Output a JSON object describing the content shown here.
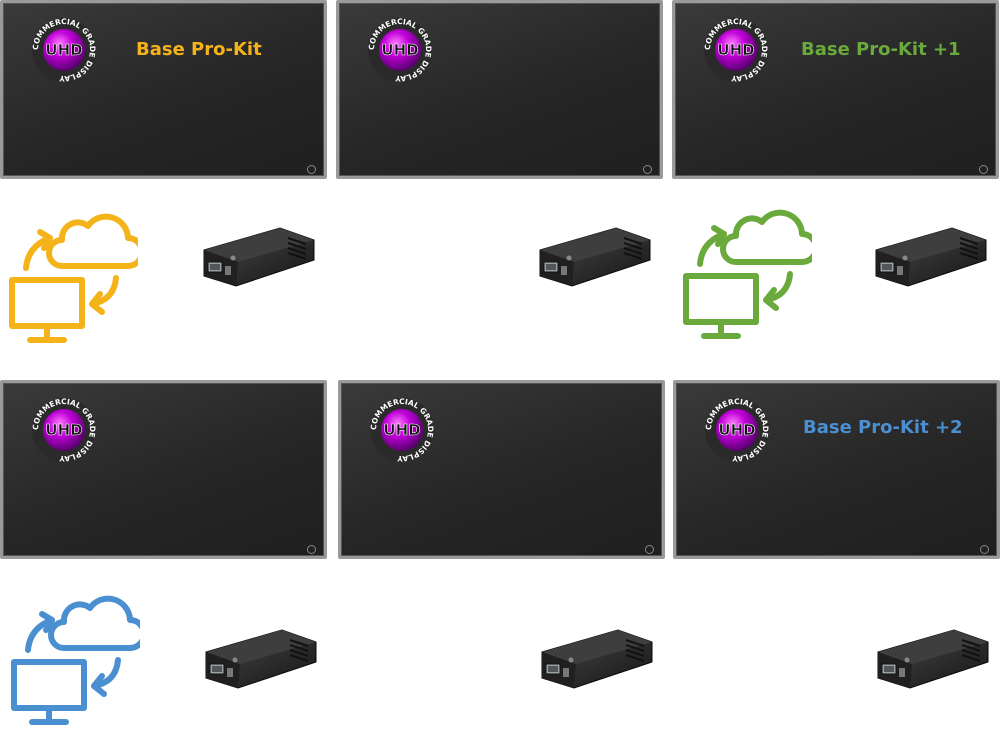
{
  "colors": {
    "orange": "#f5b31a",
    "green": "#6aaa3c",
    "blue": "#4a8fd0",
    "badge_purple": "#b000c8"
  },
  "badge": {
    "center_text": "UHD",
    "ring_text": "COMMERCIAL GRADE DISPLAY "
  },
  "kits": [
    {
      "label": "Base Pro-Kit",
      "color": "#f5b31a"
    },
    {
      "label": "Base Pro-Kit +1",
      "color": "#6aaa3c"
    },
    {
      "label": "Base Pro-Kit +2",
      "color": "#4a8fd0"
    }
  ],
  "icons": {
    "cloud_sync": "cloud-sync-monitor-icon",
    "device": "media-player-device"
  }
}
